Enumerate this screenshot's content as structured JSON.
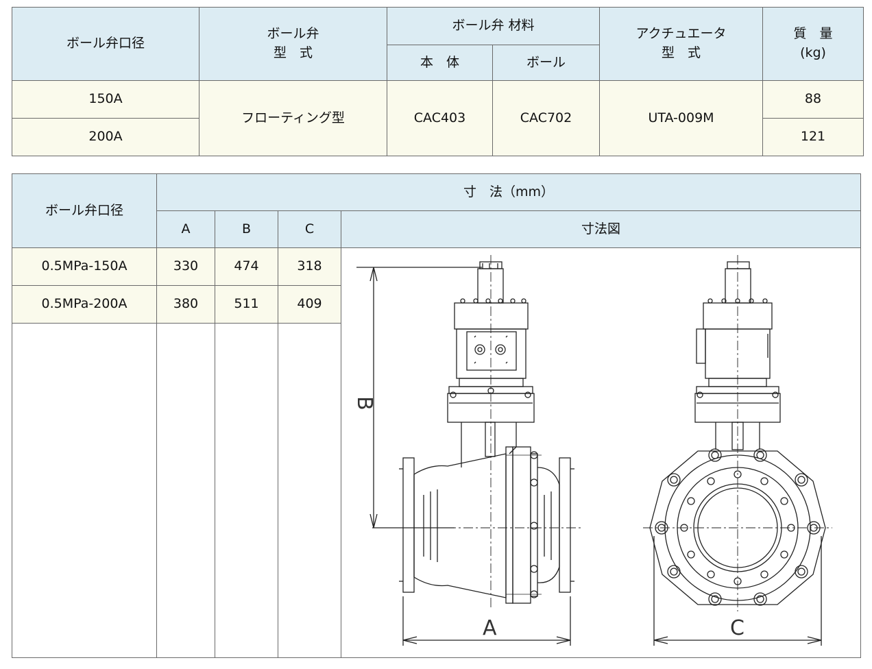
{
  "spec_table": {
    "headers": {
      "bore": "ボール弁口径",
      "valve_type_line1": "ボール弁",
      "valve_type_line2": "型　式",
      "material": "ボール弁 材料",
      "material_body": "本　体",
      "material_ball": "ボール",
      "actuator_line1": "アクチュエータ",
      "actuator_line2": "型　式",
      "mass_line1": "質　量",
      "mass_line2": "(kg)"
    },
    "rows": [
      {
        "bore": "150A",
        "mass": "88"
      },
      {
        "bore": "200A",
        "mass": "121"
      }
    ],
    "valve_type": "フローティング型",
    "material_body": "CAC403",
    "material_ball": "CAC702",
    "actuator": "UTA-009M"
  },
  "dimension_table": {
    "headers": {
      "bore": "ボール弁口径",
      "dimensions": "寸　法（mm）",
      "col_a": "A",
      "col_b": "B",
      "col_c": "C",
      "drawing": "寸法図"
    },
    "rows": [
      {
        "bore": "0.5MPa-150A",
        "a": "330",
        "b": "474",
        "c": "318"
      },
      {
        "bore": "0.5MPa-200A",
        "a": "380",
        "b": "511",
        "c": "409"
      }
    ],
    "drawing_labels": {
      "a": "A",
      "b": "B",
      "c": "C"
    }
  }
}
